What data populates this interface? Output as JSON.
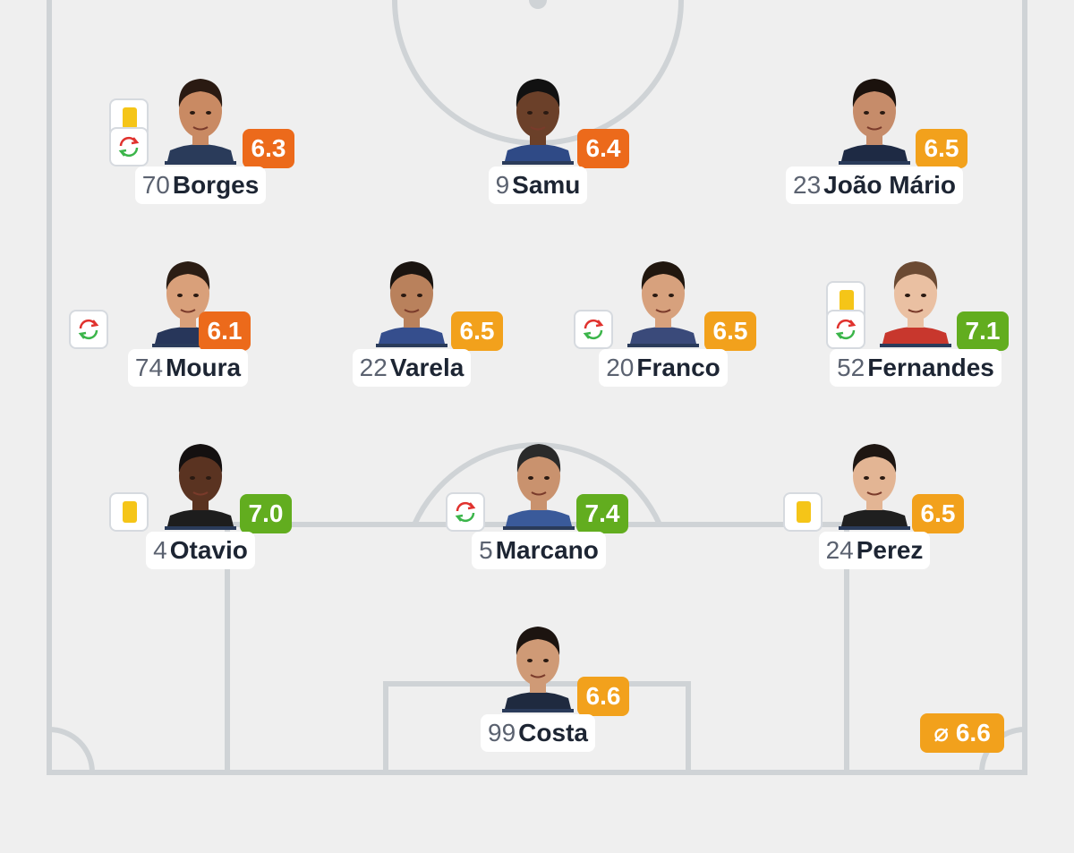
{
  "average_rating": {
    "symbol": "⌀",
    "value": "6.6"
  },
  "players": [
    {
      "number": "70",
      "name": "Borges",
      "rating": "6.3",
      "rating_color": "#ec6a1b",
      "yellow_card": true,
      "substituted": true
    },
    {
      "number": "9",
      "name": "Samu",
      "rating": "6.4",
      "rating_color": "#ec6a1b",
      "yellow_card": false,
      "substituted": false
    },
    {
      "number": "23",
      "name": "João Mário",
      "rating": "6.5",
      "rating_color": "#f2a11c",
      "yellow_card": false,
      "substituted": false
    },
    {
      "number": "74",
      "name": "Moura",
      "rating": "6.1",
      "rating_color": "#ec6a1b",
      "yellow_card": false,
      "substituted": true
    },
    {
      "number": "22",
      "name": "Varela",
      "rating": "6.5",
      "rating_color": "#f2a11c",
      "yellow_card": false,
      "substituted": false
    },
    {
      "number": "20",
      "name": "Franco",
      "rating": "6.5",
      "rating_color": "#f2a11c",
      "yellow_card": false,
      "substituted": true
    },
    {
      "number": "52",
      "name": "Fernandes",
      "rating": "7.1",
      "rating_color": "#62ad1f",
      "yellow_card": true,
      "substituted": true
    },
    {
      "number": "4",
      "name": "Otavio",
      "rating": "7.0",
      "rating_color": "#62ad1f",
      "yellow_card": true,
      "substituted": false
    },
    {
      "number": "5",
      "name": "Marcano",
      "rating": "7.4",
      "rating_color": "#62ad1f",
      "yellow_card": false,
      "substituted": true
    },
    {
      "number": "24",
      "name": "Perez",
      "rating": "6.5",
      "rating_color": "#f2a11c",
      "yellow_card": true,
      "substituted": false
    },
    {
      "number": "99",
      "name": "Costa",
      "rating": "6.6",
      "rating_color": "#f2a11c",
      "yellow_card": false,
      "substituted": false
    }
  ],
  "colors": {
    "pitch": "#efefef",
    "lines": "#cfd3d6",
    "yellow_card": "#f5c518",
    "sub_in": "#3bb54a",
    "sub_out": "#e0322e"
  }
}
